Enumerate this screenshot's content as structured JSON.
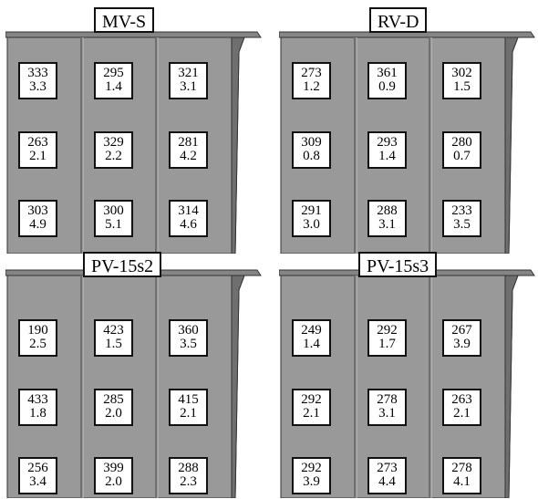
{
  "colors": {
    "wall": "#999999",
    "wall_dark": "#6f6f6f",
    "cap": "#858585",
    "edge": "#333333",
    "label_bg": "#ffffff"
  },
  "panels": [
    {
      "title": "MV-S",
      "rows": [
        [
          {
            "top": "333",
            "bottom": "3.3"
          },
          {
            "top": "295",
            "bottom": "1.4"
          },
          {
            "top": "321",
            "bottom": "3.1"
          }
        ],
        [
          {
            "top": "263",
            "bottom": "2.1"
          },
          {
            "top": "329",
            "bottom": "2.2"
          },
          {
            "top": "281",
            "bottom": "4.2"
          }
        ],
        [
          {
            "top": "303",
            "bottom": "4.9"
          },
          {
            "top": "300",
            "bottom": "5.1"
          },
          {
            "top": "314",
            "bottom": "4.6"
          }
        ]
      ]
    },
    {
      "title": "RV-D",
      "rows": [
        [
          {
            "top": "273",
            "bottom": "1.2"
          },
          {
            "top": "361",
            "bottom": "0.9"
          },
          {
            "top": "302",
            "bottom": "1.5"
          }
        ],
        [
          {
            "top": "309",
            "bottom": "0.8"
          },
          {
            "top": "293",
            "bottom": "1.4"
          },
          {
            "top": "280",
            "bottom": "0.7"
          }
        ],
        [
          {
            "top": "291",
            "bottom": "3.0"
          },
          {
            "top": "288",
            "bottom": "3.1"
          },
          {
            "top": "233",
            "bottom": "3.5"
          }
        ]
      ]
    },
    {
      "title": "PV-15s2",
      "rows": [
        [
          {
            "top": "190",
            "bottom": "2.5"
          },
          {
            "top": "423",
            "bottom": "1.5"
          },
          {
            "top": "360",
            "bottom": "3.5"
          }
        ],
        [
          {
            "top": "433",
            "bottom": "1.8"
          },
          {
            "top": "285",
            "bottom": "2.0"
          },
          {
            "top": "415",
            "bottom": "2.1"
          }
        ],
        [
          {
            "top": "256",
            "bottom": "3.4"
          },
          {
            "top": "399",
            "bottom": "2.0"
          },
          {
            "top": "288",
            "bottom": "2.3"
          }
        ]
      ]
    },
    {
      "title": "PV-15s3",
      "rows": [
        [
          {
            "top": "249",
            "bottom": "1.4"
          },
          {
            "top": "292",
            "bottom": "1.7"
          },
          {
            "top": "267",
            "bottom": "3.9"
          }
        ],
        [
          {
            "top": "292",
            "bottom": "2.1"
          },
          {
            "top": "278",
            "bottom": "3.1"
          },
          {
            "top": "263",
            "bottom": "2.1"
          }
        ],
        [
          {
            "top": "292",
            "bottom": "3.9"
          },
          {
            "top": "273",
            "bottom": "4.4"
          },
          {
            "top": "278",
            "bottom": "4.1"
          }
        ]
      ]
    }
  ]
}
